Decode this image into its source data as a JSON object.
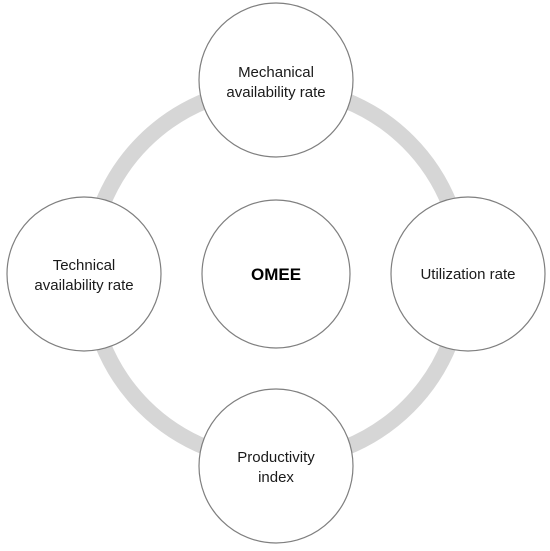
{
  "diagram": {
    "center": {
      "label": "OMEE"
    },
    "nodes": {
      "top": {
        "line1": "Mechanical",
        "line2": "availability rate"
      },
      "right": {
        "line1": "Utilization rate"
      },
      "bottom": {
        "line1": "Productivity",
        "line2": "index"
      },
      "left": {
        "line1": "Technical",
        "line2": "availability rate"
      }
    },
    "colors": {
      "ring": "#d6d6d6",
      "node_stroke": "#7f7f7f",
      "node_fill": "#ffffff",
      "text": "#1a1a1a"
    }
  }
}
